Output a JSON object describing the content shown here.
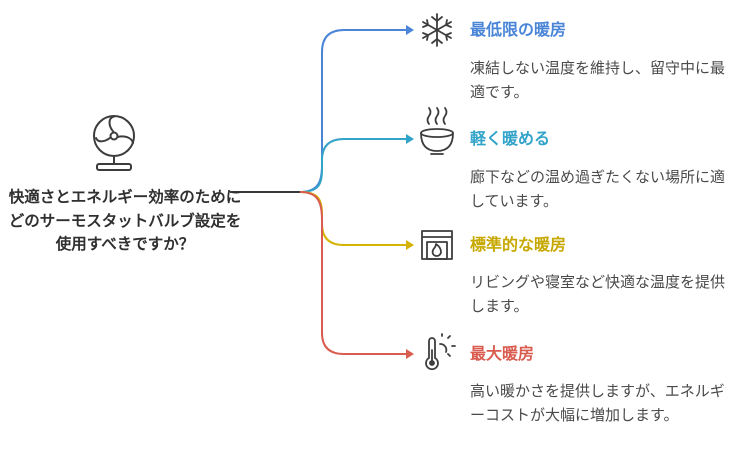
{
  "question": "快適さとエネルギー効率のためにどのサーモスタットバルブ設定を使用すべきですか？",
  "colors": {
    "trunk": "#3a3a3a",
    "minimal": "#4a85d8",
    "light": "#32a3c9",
    "standard": "#d4b400",
    "maximum": "#d95c4f",
    "icon": "#3d3d3d"
  },
  "options": [
    {
      "title": "最低限の暖房",
      "description": "凍結しない温度を維持し、留守中に最適です。",
      "icon": "snowflake-icon"
    },
    {
      "title": "軽く暖める",
      "description": "廊下などの温め過ぎたくない場所に適しています。",
      "icon": "steaming-bowl-icon"
    },
    {
      "title": "標準的な暖房",
      "description": "リビングや寝室など快適な温度を提供します。",
      "icon": "fireplace-icon"
    },
    {
      "title": "最大暖房",
      "description": "高い暖かさを提供しますが、エネルギーコストが大幅に増加します。",
      "icon": "thermometer-sun-icon"
    }
  ],
  "root_icon": "fan-icon"
}
